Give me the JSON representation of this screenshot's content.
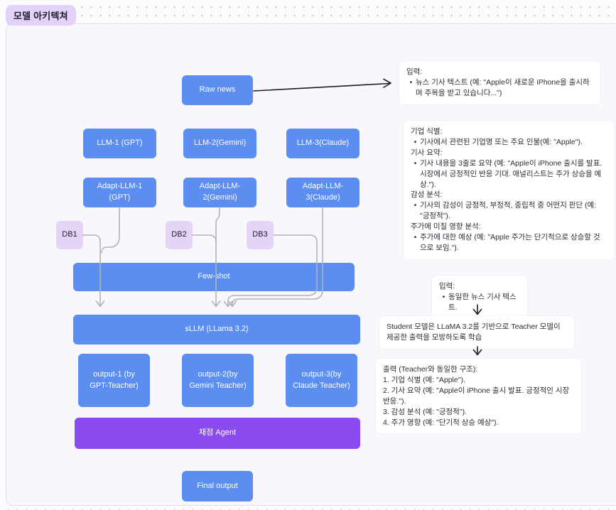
{
  "page": {
    "title_badge": "모델 아키텍쳐"
  },
  "colors": {
    "node_blue": "#5b8ef0",
    "node_purple": "#8b4bf0",
    "db_lavender": "#e3d4f8",
    "badge_lavender": "#e2d2f8",
    "frame_fill": "#f8f7fc",
    "connector_gray": "#b2b2ba",
    "arrow_black": "#1c1c21"
  },
  "diagram": {
    "nodes": {
      "raw_news": "Raw news",
      "llm1": "LLM-1 (GPT)",
      "llm2": "LLM-2(Gemini)",
      "llm3": "LLM-3(Claude)",
      "adapt1": "Adapt-LLM-1 (GPT)",
      "adapt2": "Adapt-LLM-2(Gemini)",
      "adapt3": "Adapt-LLM-3(Claude)",
      "db1": "DB1",
      "db2": "DB2",
      "db3": "DB3",
      "few_shot": "Few-shot",
      "sllm": "sLLM (LLama 3.2)",
      "output1": "output-1 (by GPT-Teacher)",
      "output2": "output-2(by Gemini Teacher)",
      "output3": "output-3(by Claude Teacher)",
      "grading_agent": "채점 Agent",
      "final_output": "Final output"
    }
  },
  "notes": {
    "input_note": {
      "lines": [
        {
          "t": "p",
          "text": "입력:"
        },
        {
          "t": "b",
          "text": "뉴스 기사 텍스트 (예: \"Apple이 새로운 iPhone을 출시하며 주목을 받고 있습니다...\")"
        }
      ]
    },
    "teacher_task_note": {
      "lines": [
        {
          "t": "p",
          "text": "기업 식별:"
        },
        {
          "t": "b",
          "text": "기사에서 관련된 기업명 또는 주요 인물(예: \"Apple\")."
        },
        {
          "t": "p",
          "text": "기사 요약:"
        },
        {
          "t": "b",
          "text": "기사 내용을 3줄로 요약 (예: \"Apple이 iPhone 출시를 발표. 시장에서 긍정적인 반응 기대. 애널리스트는 주가 상승을 예상.\")."
        },
        {
          "t": "p",
          "text": "감성 분석:"
        },
        {
          "t": "b",
          "text": "기사의 감성이 긍정적, 부정적, 중립적 중 어떤지 판단 (예: \"긍정적\")."
        },
        {
          "t": "p",
          "text": "주가에 미칠 영향 분석:"
        },
        {
          "t": "b",
          "text": "주가에 대한 예상 (예: \"Apple 주가는 단기적으로 상승할 것으로 보임.\")."
        }
      ]
    },
    "student_input_note": {
      "lines": [
        {
          "t": "p",
          "text": "입력:"
        },
        {
          "t": "b",
          "text": "동일한 뉴스 기사 텍스트."
        }
      ]
    },
    "student_training_note": {
      "lines": [
        {
          "t": "p",
          "text": "Student 모델은 LLaMA 3.2를 기반으로 Teacher 모델이 제공한 출력을 모방하도록 학습"
        }
      ]
    },
    "student_output_note": {
      "lines": [
        {
          "t": "p",
          "text": "출력 (Teacher와 동일한 구조):"
        },
        {
          "t": "p",
          "text": "1. 기업 식별 (예: \"Apple\")."
        },
        {
          "t": "p",
          "text": "2. 기사 요약 (예: \"Apple이 iPhone 출시 발표. 긍정적인 시장 반응.\")."
        },
        {
          "t": "p",
          "text": "3. 감성 분석 (예: \"긍정적\")."
        },
        {
          "t": "p",
          "text": "4. 주가 영향 (예: \"단기적 상승 예상\")."
        }
      ]
    }
  }
}
